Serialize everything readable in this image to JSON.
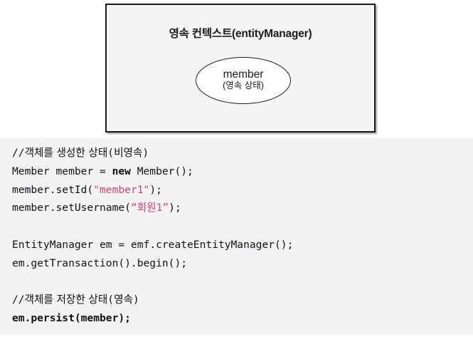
{
  "diagram": {
    "box_title": "영속 컨텍스트(entityManager)",
    "entity": {
      "name": "member",
      "state": "(영속 상태)"
    },
    "colors": {
      "box_fill": "#f4f4f4",
      "box_border": "#1a1a1a",
      "ellipse_fill": "#ffffff",
      "ellipse_border": "#1a1a1a"
    }
  },
  "code": {
    "background": "#f3f3f3",
    "string_color": "#d2456b",
    "lines": [
      {
        "id": "line-1",
        "kind": "comment",
        "text": "//객체를 생성한 상태(비영속)",
        "parts": [
          {
            "t": "//",
            "style": "plain"
          },
          {
            "t": "객체를 생성한 상태",
            "style": "kr"
          },
          {
            "t": "(",
            "style": "plain"
          },
          {
            "t": "비영속",
            "style": "kr"
          },
          {
            "t": ")",
            "style": "plain"
          }
        ]
      },
      {
        "id": "line-2",
        "kind": "code",
        "text": "Member member = new Member();",
        "parts": [
          {
            "t": "Member member = ",
            "style": "plain"
          },
          {
            "t": "new",
            "style": "bold"
          },
          {
            "t": " Member();",
            "style": "plain"
          }
        ]
      },
      {
        "id": "line-3",
        "kind": "code",
        "text": "member.setId(\"member1\");",
        "parts": [
          {
            "t": "member.setId(",
            "style": "plain"
          },
          {
            "t": "\"member1\"",
            "style": "string"
          },
          {
            "t": ");",
            "style": "plain"
          }
        ]
      },
      {
        "id": "line-4",
        "kind": "code",
        "text": "member.setUsername(“회원1”);",
        "parts": [
          {
            "t": "member.setUsername(",
            "style": "plain"
          },
          {
            "t": "“회원1”",
            "style": "string"
          },
          {
            "t": ");",
            "style": "plain"
          }
        ]
      },
      {
        "id": "line-5",
        "kind": "blank",
        "text": "",
        "parts": []
      },
      {
        "id": "line-6",
        "kind": "code",
        "text": "EntityManager em = emf.createEntityManager();",
        "parts": [
          {
            "t": "EntityManager em = emf.createEntityManager();",
            "style": "plain"
          }
        ]
      },
      {
        "id": "line-7",
        "kind": "code",
        "text": "em.getTransaction().begin();",
        "parts": [
          {
            "t": "em.getTransaction().begin();",
            "style": "plain"
          }
        ]
      },
      {
        "id": "line-8",
        "kind": "blank",
        "text": "",
        "parts": []
      },
      {
        "id": "line-9",
        "kind": "comment",
        "text": "//객체를 저장한 상태(영속)",
        "parts": [
          {
            "t": "//",
            "style": "plain"
          },
          {
            "t": "객체를 저장한 상태",
            "style": "kr"
          },
          {
            "t": "(",
            "style": "plain"
          },
          {
            "t": "영속",
            "style": "kr"
          },
          {
            "t": ")",
            "style": "plain"
          }
        ]
      },
      {
        "id": "line-10",
        "kind": "code",
        "text": "em.persist(member);",
        "bold_line": true,
        "parts": [
          {
            "t": "em.persist(member);",
            "style": "plain"
          }
        ]
      }
    ]
  }
}
